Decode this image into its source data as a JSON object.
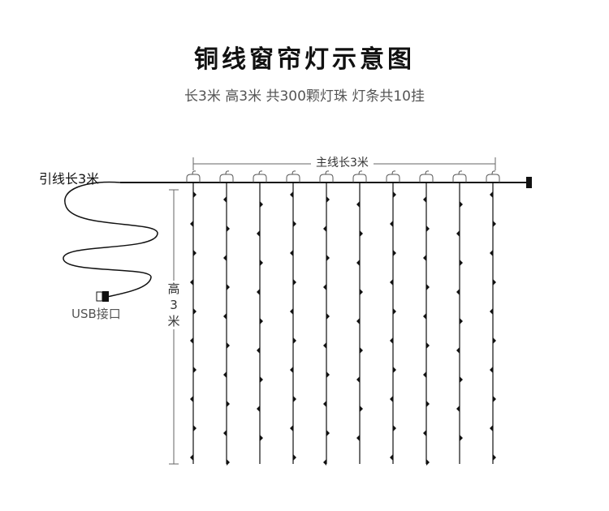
{
  "title": "铜线窗帘灯示意图",
  "subtitle": "长3米 高3米 共300颗灯珠 灯条共10挂",
  "lead_wire_label": "引线长3米",
  "main_wire_label": "主线长3米",
  "usb_label": "USB接口",
  "height_label": [
    "高",
    "3",
    "米"
  ],
  "strand_count": 10,
  "colors": {
    "line": "#111111",
    "text": "#333333",
    "dim_line": "#666666"
  }
}
